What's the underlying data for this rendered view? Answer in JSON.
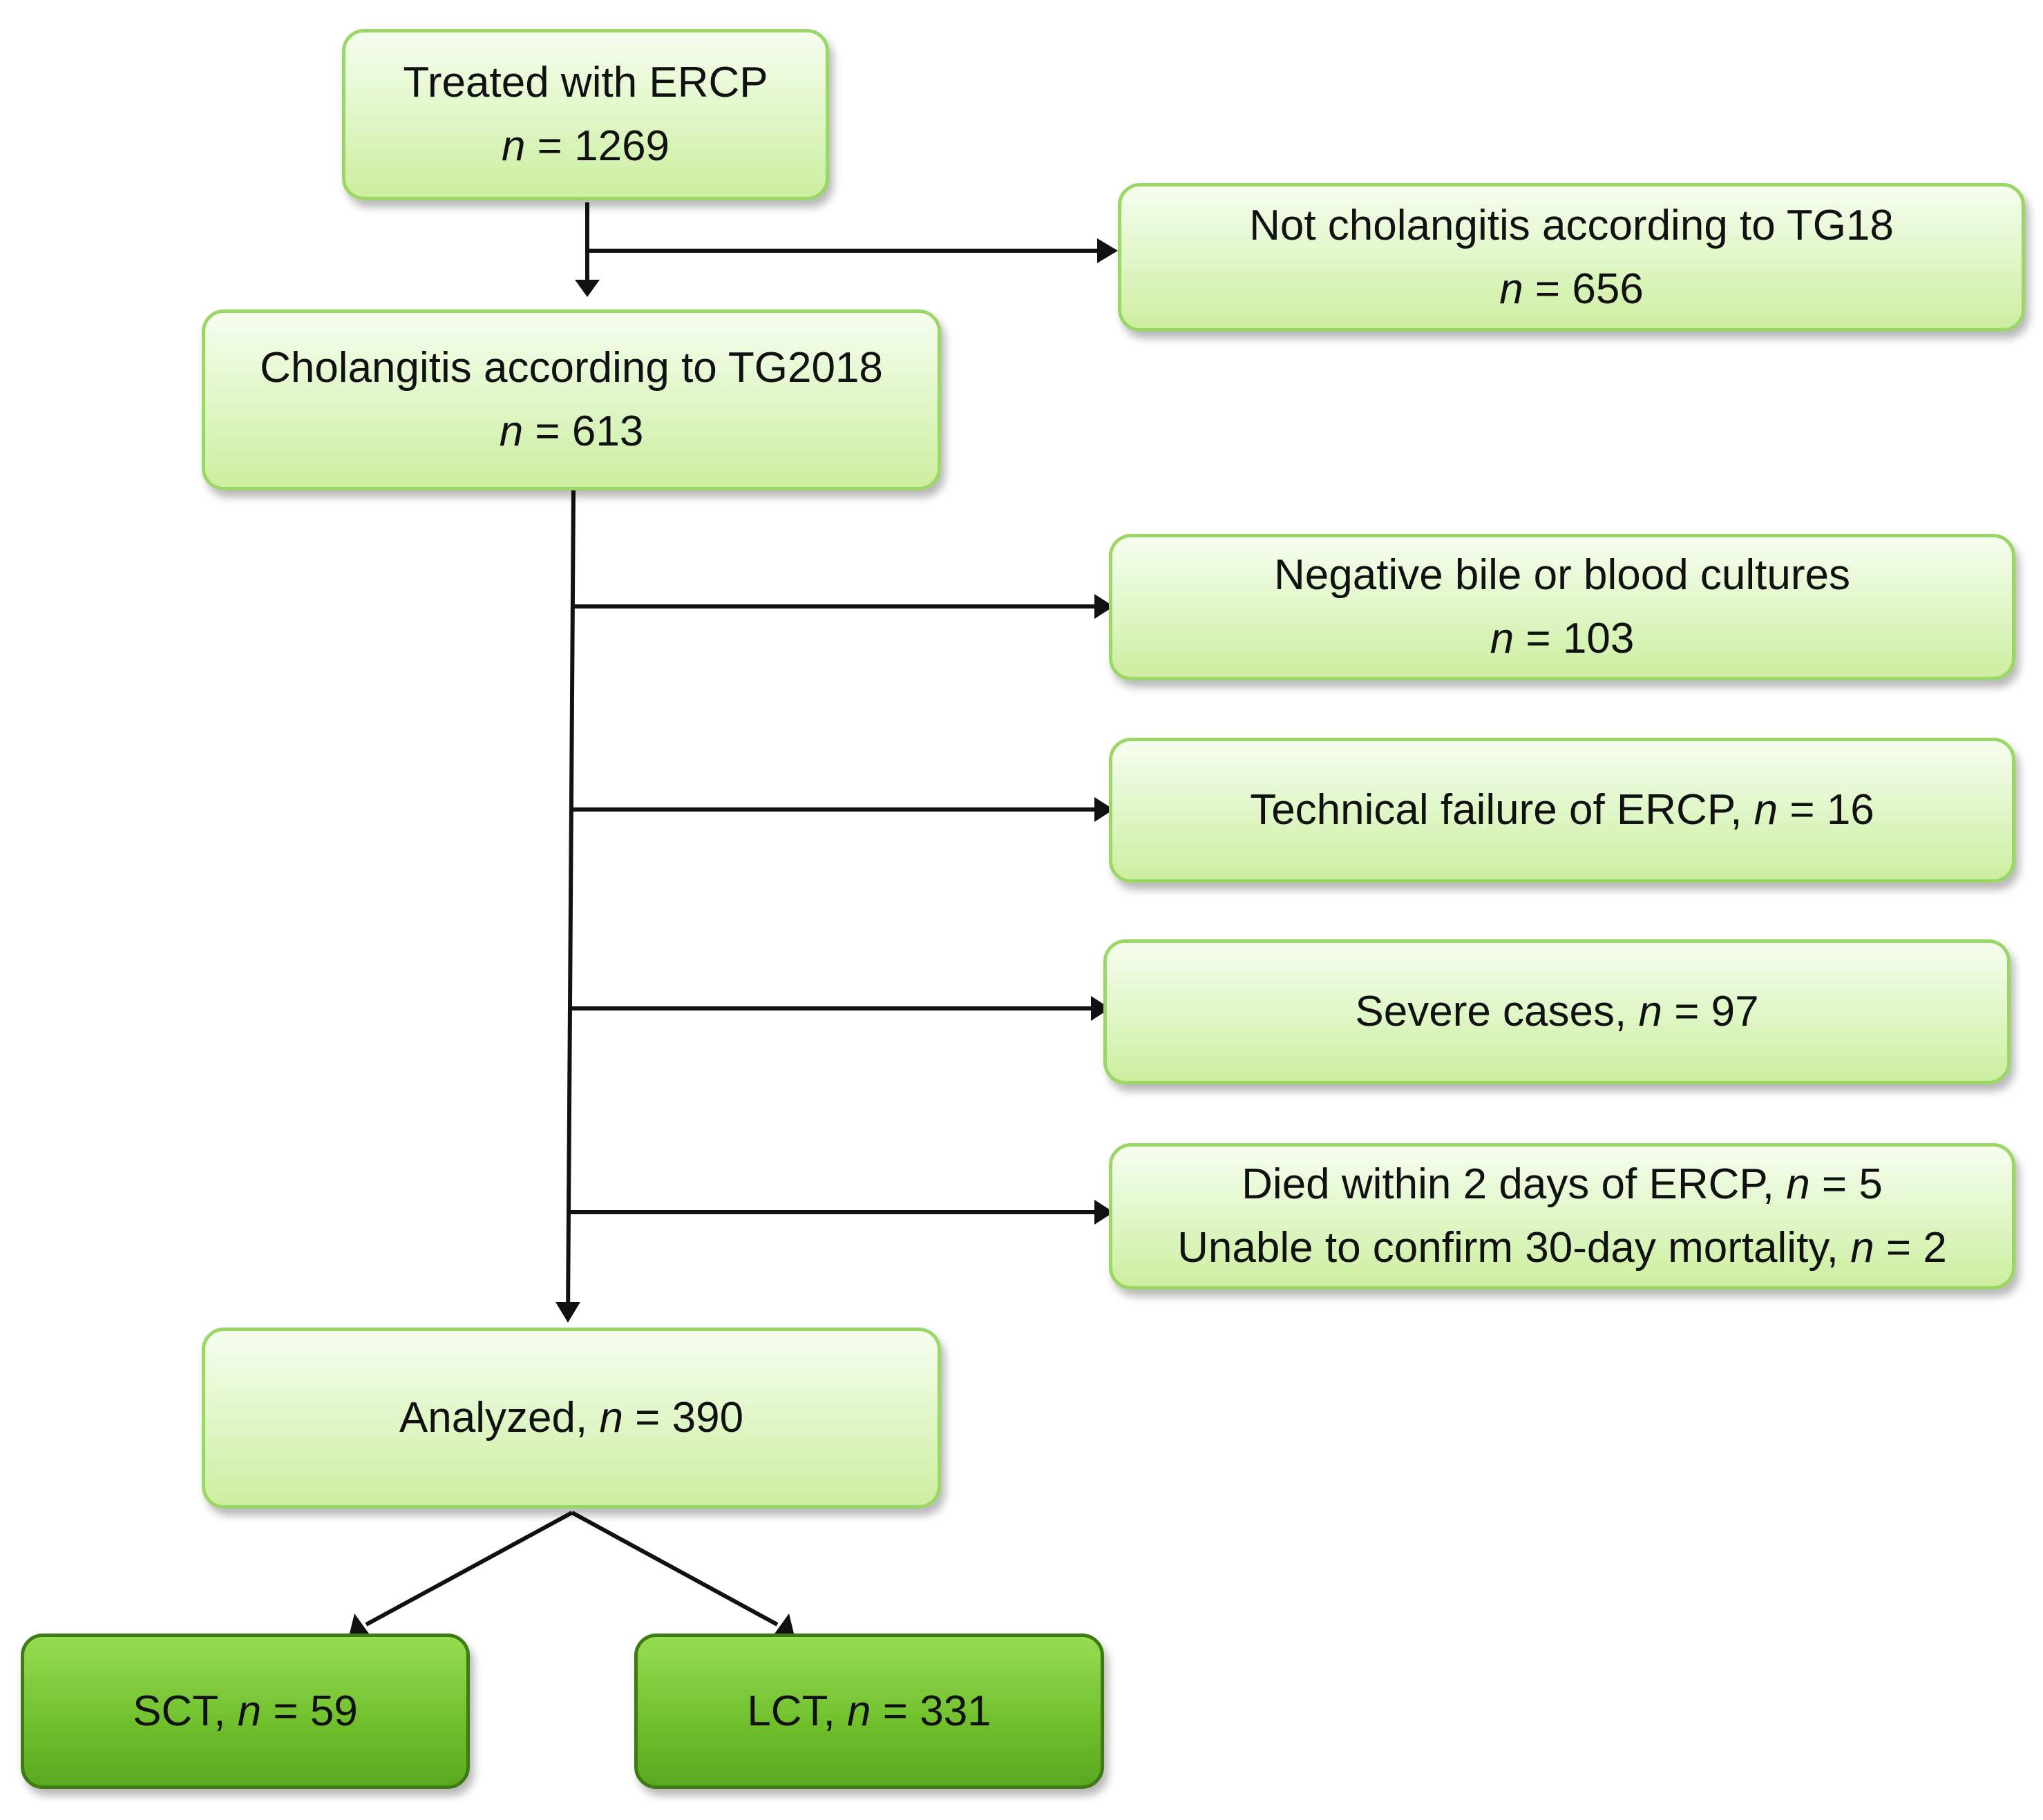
{
  "nodes": {
    "treated": {
      "text": "Treated with ERCP",
      "count": "1269"
    },
    "not_cholangitis": {
      "text": "Not cholangitis according to TG18",
      "count": "656"
    },
    "cholangitis": {
      "text": "Cholangitis according to TG2018",
      "count": "613"
    },
    "negative_cultures": {
      "text": "Negative bile or blood cultures",
      "count": "103"
    },
    "technical_failure": {
      "text": "Technical failure of ERCP,",
      "count": "16"
    },
    "severe": {
      "text": "Severe cases,",
      "count": "97"
    },
    "died": {
      "text": "Died within 2 days of ERCP,",
      "count": "5"
    },
    "unable": {
      "text": "Unable to confirm 30-day mortality,",
      "count": "2"
    },
    "analyzed": {
      "text": "Analyzed,",
      "count": "390"
    },
    "sct": {
      "text": "SCT,",
      "count": "59"
    },
    "lct": {
      "text": "LCT,",
      "count": "331"
    }
  },
  "symbols": {
    "n": "n",
    "equals": "="
  },
  "colors": {
    "box_border": "#9bd765",
    "box_fill": "#def6c4",
    "dark_box_border": "#3f7a14",
    "dark_box_fill": "#6fbf2c",
    "arrow": "#111111"
  }
}
